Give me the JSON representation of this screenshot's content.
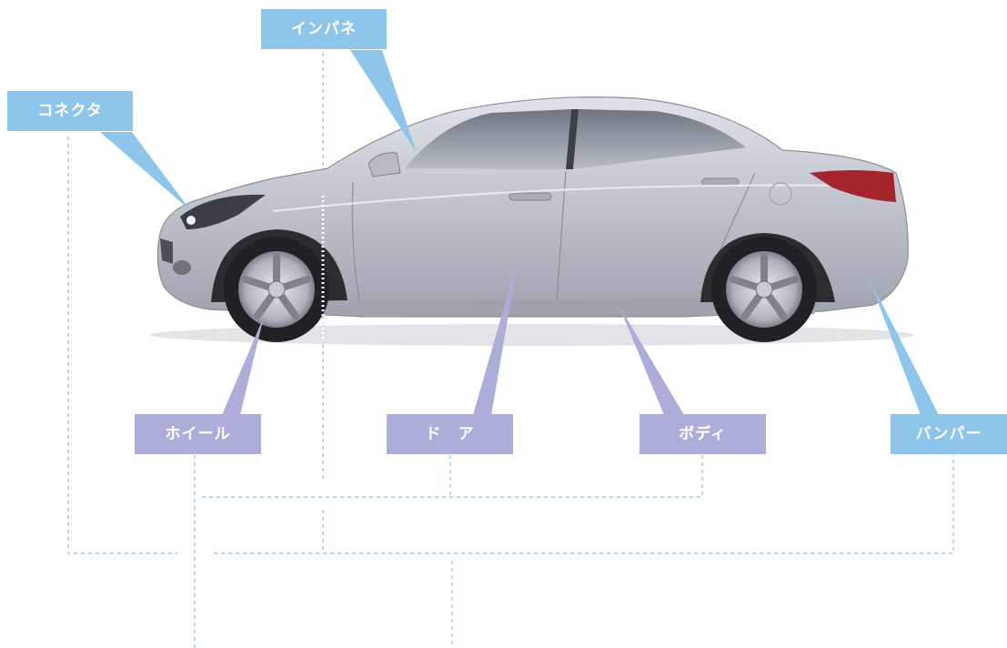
{
  "labels": {
    "connector": "コネクタ",
    "instrument_panel": "インパネ",
    "wheel": "ホイール",
    "door": "ド　ア",
    "body": "ボディ",
    "bumper": "バンパー"
  },
  "colors": {
    "callout_blue": "#8ec5ea",
    "callout_purple": "#acadd9",
    "connector_line": "#9cc8ea",
    "car_body": "#c3c7d0"
  },
  "icons": {
    "car": "sedan-side-view"
  }
}
